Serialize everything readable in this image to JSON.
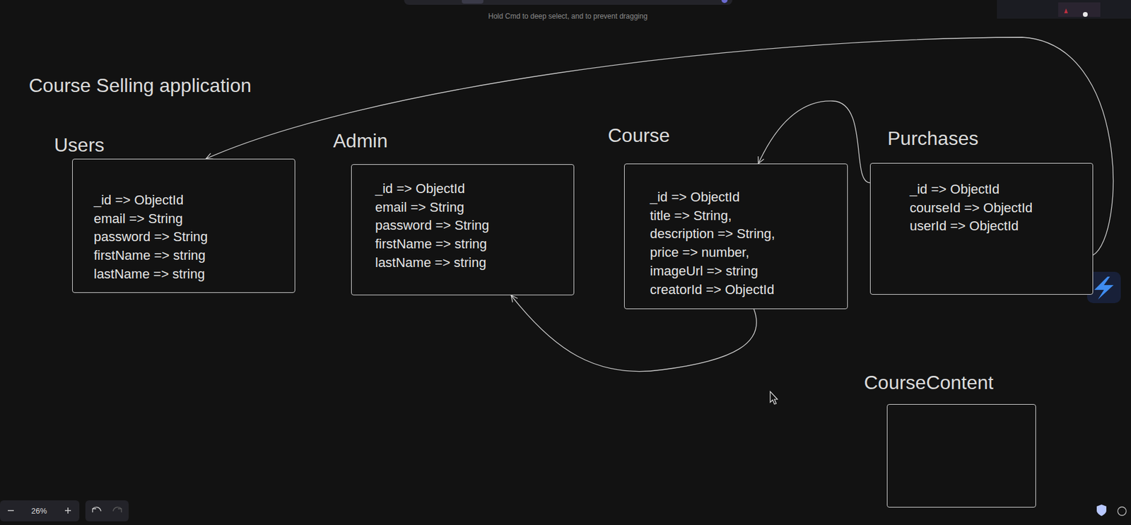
{
  "diagram": {
    "title": "Course Selling application",
    "nodes": [
      {
        "text": [
          "Users",
          "_id => ObjectId",
          "email => String",
          "password => String",
          "firstName => string",
          "lastName => string"
        ]
      },
      {
        "text": [
          "Admin",
          "_id => ObjectId",
          "email => String",
          "password => String",
          "firstName => string",
          "lastName => string"
        ]
      },
      {
        "text": [
          "Course",
          "_id => ObjectId",
          "title => String,",
          "description => String,",
          "price => number,",
          "imageUrl => string",
          "creatorId => ObjectId"
        ]
      },
      {
        "text": [
          "Purchases",
          "_id => ObjectId",
          "courseId => ObjectId",
          "userId => ObjectId"
        ]
      },
      {
        "text": [
          "CourseContent"
        ]
      }
    ],
    "edges": [
      {
        "from": 3,
        "to": 0,
        "arrow": "to"
      },
      {
        "from": 3,
        "to": 2,
        "arrow": "to"
      },
      {
        "from": 2,
        "to": 1,
        "arrow": "to"
      }
    ],
    "labels": [
      "Hold Cmd to deep select, and to prevent dragging",
      "26%"
    ]
  }
}
